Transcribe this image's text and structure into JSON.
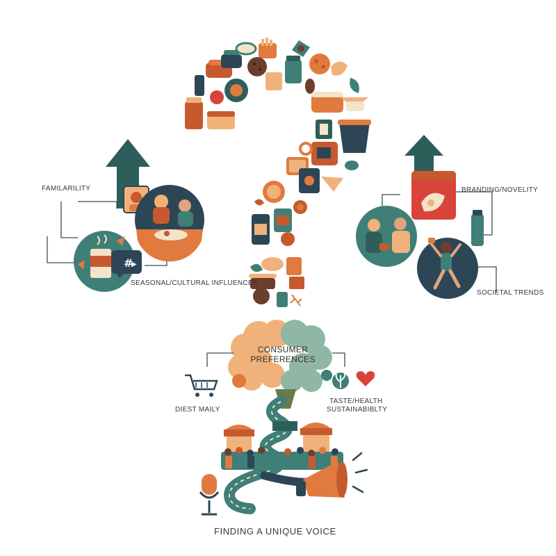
{
  "labels": {
    "familiarity": "FAMILARILITY",
    "seasonal": "SEASONAL/CULTURAL INFLUENCES",
    "branding": "BRANDING/NOVELITY",
    "societal": "SOCIETAL TRENDS",
    "consumer_line1": "CONSUMER",
    "consumer_line2": "PREFERENCES",
    "diet": "DIEST MAILY",
    "taste_line1": "TASTE/HEALTH",
    "taste_line2": "SUSTAINABIBLTY",
    "voice": "FINDING A UNIQUE VOICE"
  },
  "icons": {
    "hashtag_glyph": "#",
    "play_glyph": "▶"
  },
  "colors": {
    "teal": "#3f7f78",
    "dark_teal": "#2e5e5a",
    "navy": "#2d4656",
    "orange": "#e07a3f",
    "rust": "#c65a2e",
    "cream": "#f3e3c9",
    "peach": "#f0b27a",
    "brown": "#6b3e2e",
    "sage": "#8fb7a3",
    "red": "#d9433a"
  }
}
